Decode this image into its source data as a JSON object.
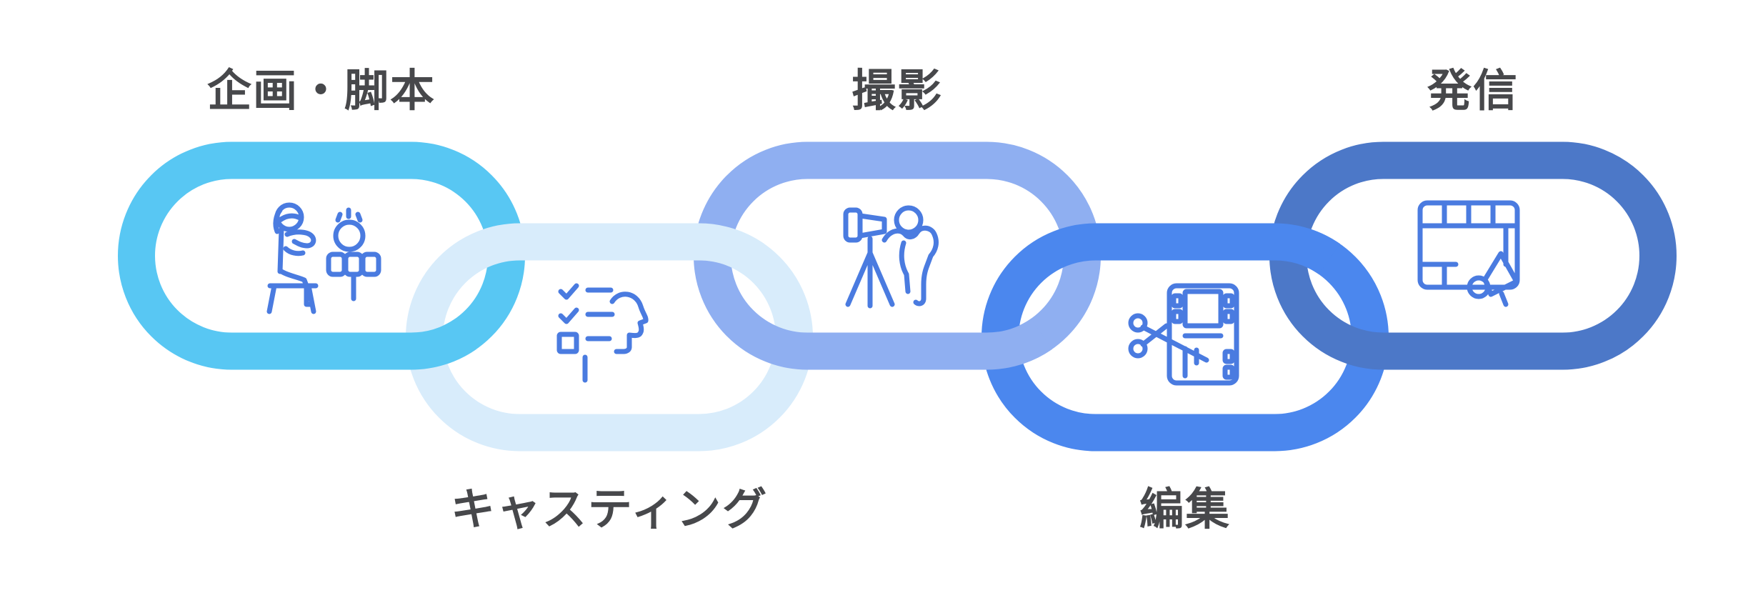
{
  "diagram": {
    "background_color": "#FFFFFF",
    "label_color": "#47484B",
    "icon_stroke_color": "#4A7BE0",
    "stages": [
      {
        "label": "企画・脚本",
        "position": "top",
        "color": "#58C7F3",
        "icon": "person-interview-icon"
      },
      {
        "label": "キャスティング",
        "position": "bottom",
        "color": "#D8ECFB",
        "icon": "checklist-profile-icon"
      },
      {
        "label": "撮影",
        "position": "top",
        "color": "#8FAFF1",
        "icon": "camera-tripod-icon"
      },
      {
        "label": "編集",
        "position": "bottom",
        "color": "#4B87EE",
        "icon": "film-scissors-icon"
      },
      {
        "label": "発信",
        "position": "top",
        "color": "#4C78C8",
        "icon": "film-megaphone-icon"
      }
    ]
  }
}
